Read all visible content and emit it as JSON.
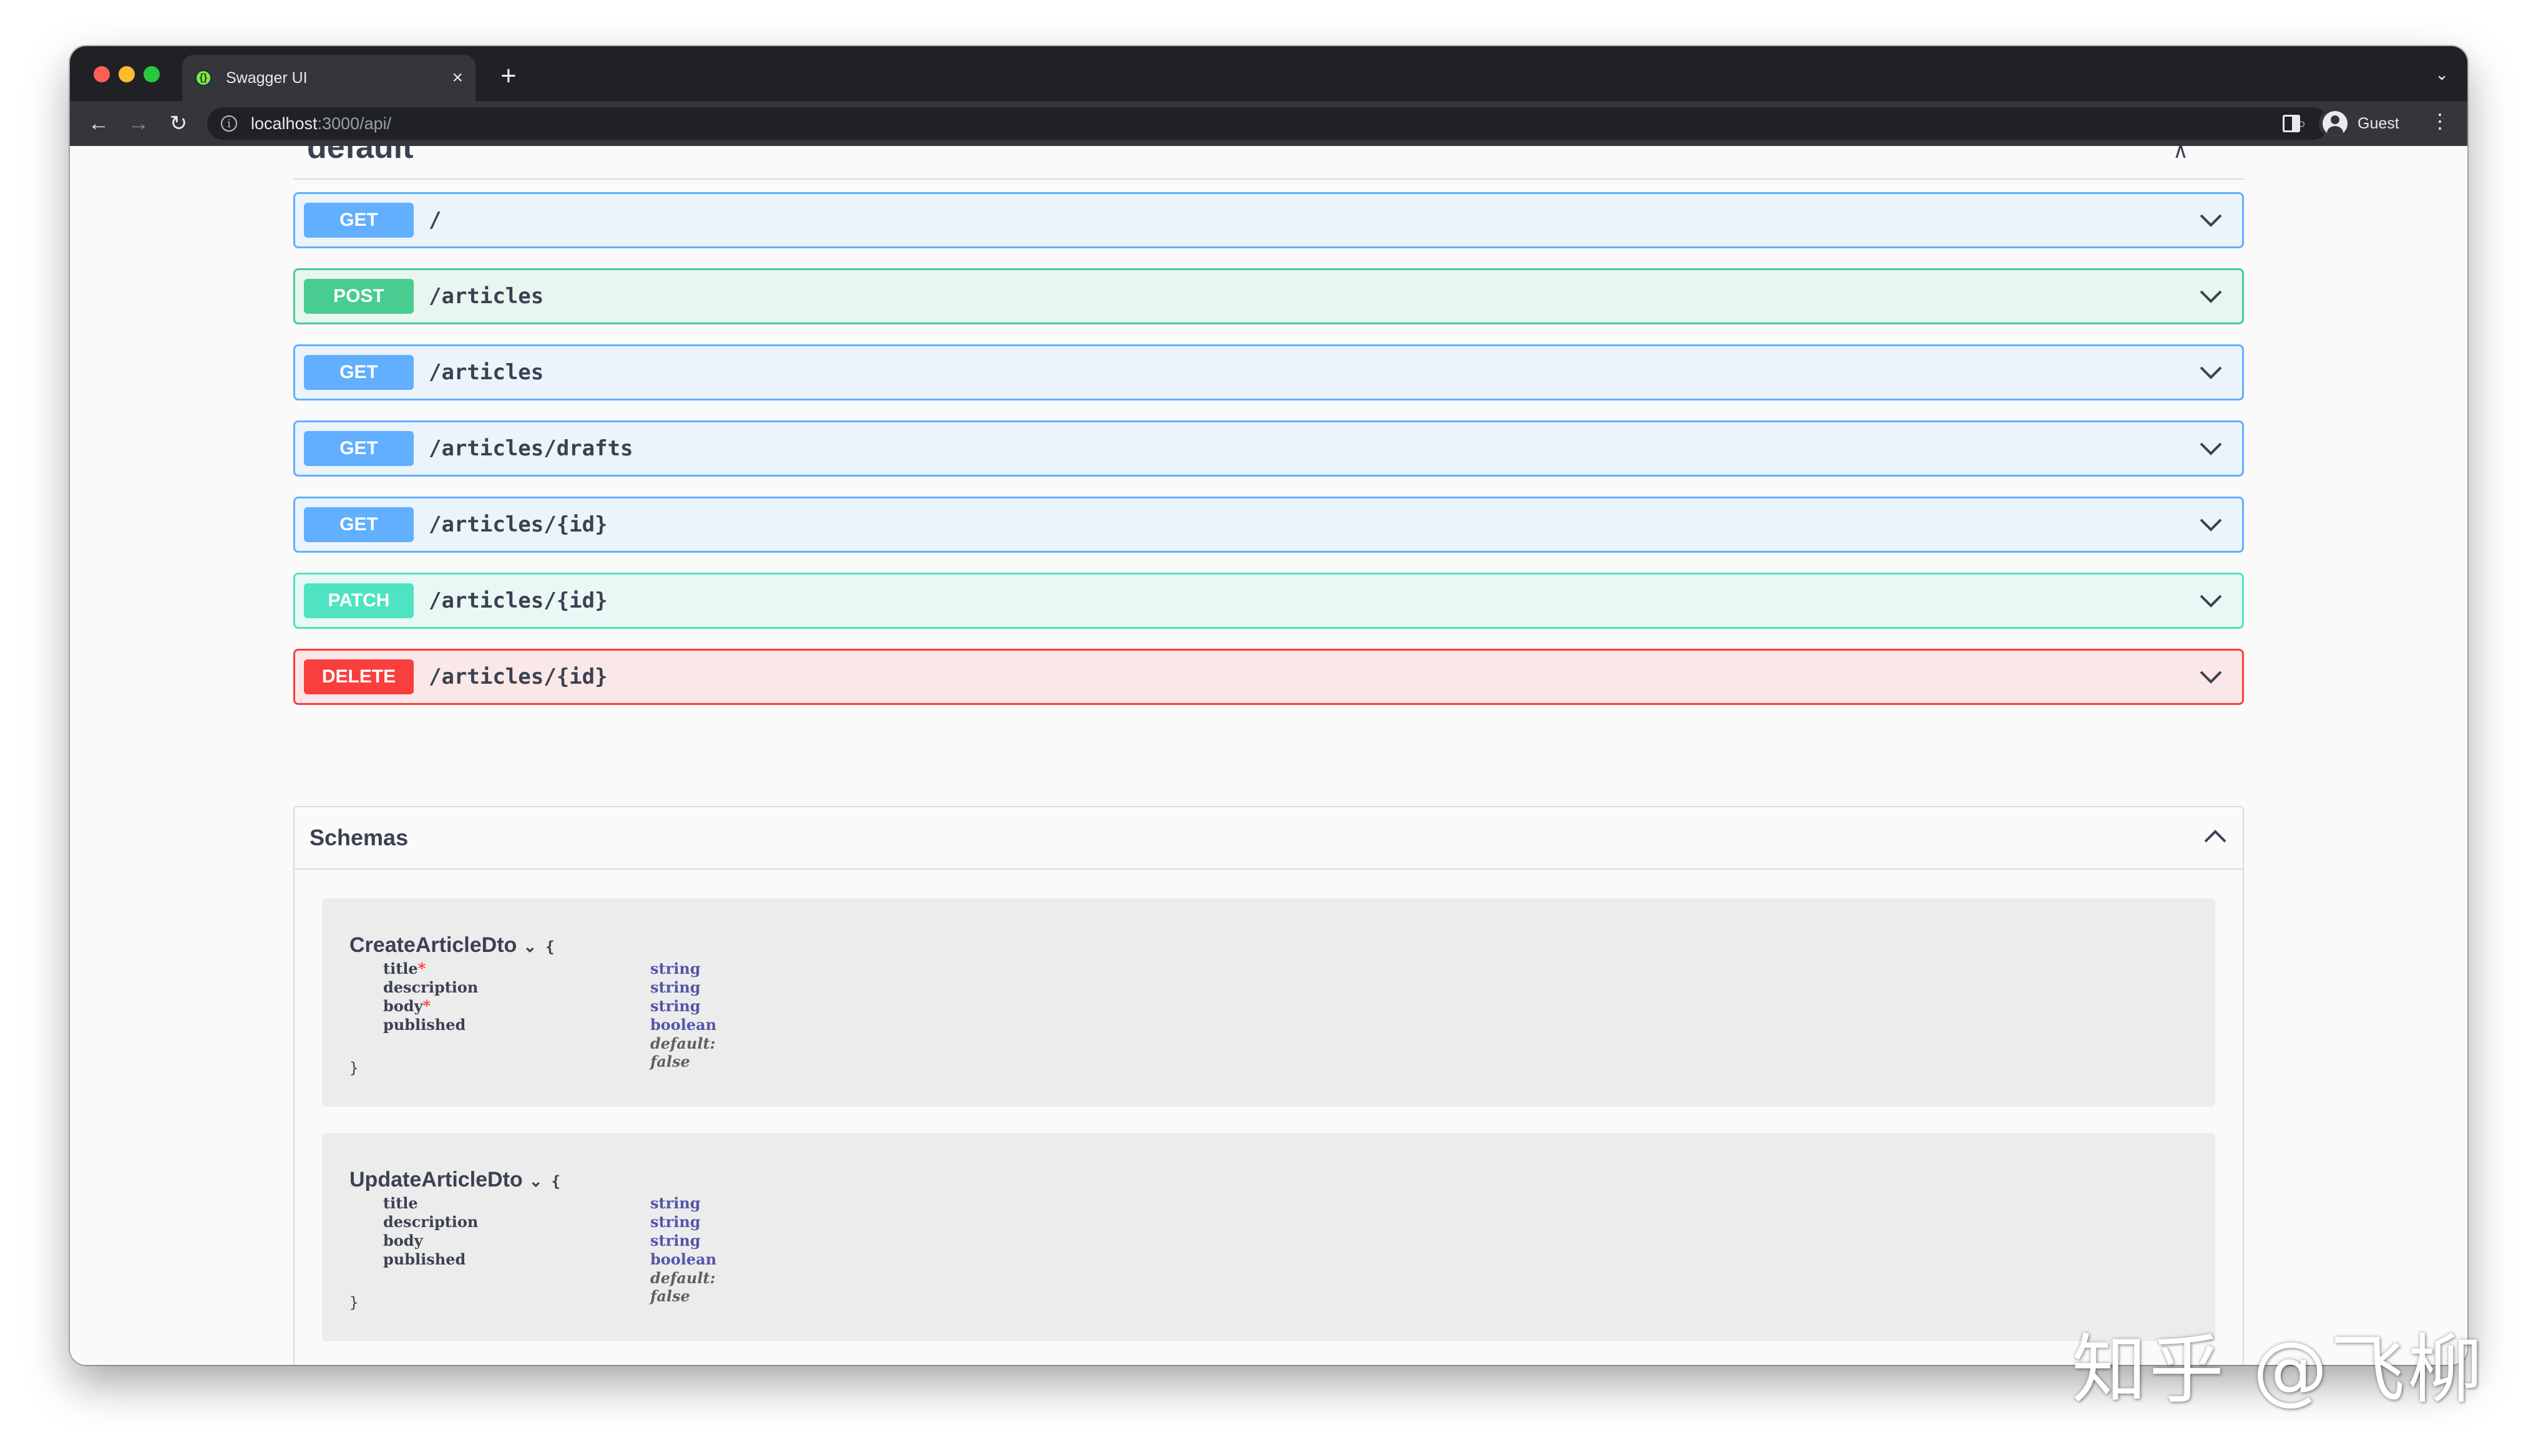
{
  "browser": {
    "tab_title": "Swagger UI",
    "tab_close": "×",
    "new_tab": "+",
    "tab_list": "⌄",
    "back": "←",
    "forward": "→",
    "reload": "↻",
    "url_host": "localhost",
    "url_rest": ":3000/api/",
    "zoom_icon": "⌕",
    "profile_name": "Guest",
    "menu": "⋮"
  },
  "section": {
    "title": "default",
    "chevron": "∧"
  },
  "endpoints": [
    {
      "method": "GET",
      "path": "/"
    },
    {
      "method": "POST",
      "path": "/articles"
    },
    {
      "method": "GET",
      "path": "/articles"
    },
    {
      "method": "GET",
      "path": "/articles/drafts"
    },
    {
      "method": "GET",
      "path": "/articles/{id}"
    },
    {
      "method": "PATCH",
      "path": "/articles/{id}"
    },
    {
      "method": "DELETE",
      "path": "/articles/{id}"
    }
  ],
  "schemas": {
    "title": "Schemas",
    "models": [
      {
        "name": "CreateArticleDto",
        "toggle": "⌄",
        "open_brace": "{",
        "close_brace": "}",
        "properties": [
          {
            "name": "title",
            "required": "*",
            "type": "string"
          },
          {
            "name": "description",
            "required": "",
            "type": "string"
          },
          {
            "name": "body",
            "required": "*",
            "type": "string"
          },
          {
            "name": "published",
            "required": "",
            "type": "boolean"
          }
        ],
        "default_note": "default: false"
      },
      {
        "name": "UpdateArticleDto",
        "toggle": "⌄",
        "open_brace": "{",
        "close_brace": "}",
        "properties": [
          {
            "name": "title",
            "required": "",
            "type": "string"
          },
          {
            "name": "description",
            "required": "",
            "type": "string"
          },
          {
            "name": "body",
            "required": "",
            "type": "string"
          },
          {
            "name": "published",
            "required": "",
            "type": "boolean"
          }
        ],
        "default_note": "default: false"
      }
    ]
  },
  "watermark": "知乎 @飞柳",
  "colors": {
    "get": "#61affe",
    "post": "#49cc90",
    "patch": "#50e3c2",
    "delete": "#f93e3e"
  }
}
